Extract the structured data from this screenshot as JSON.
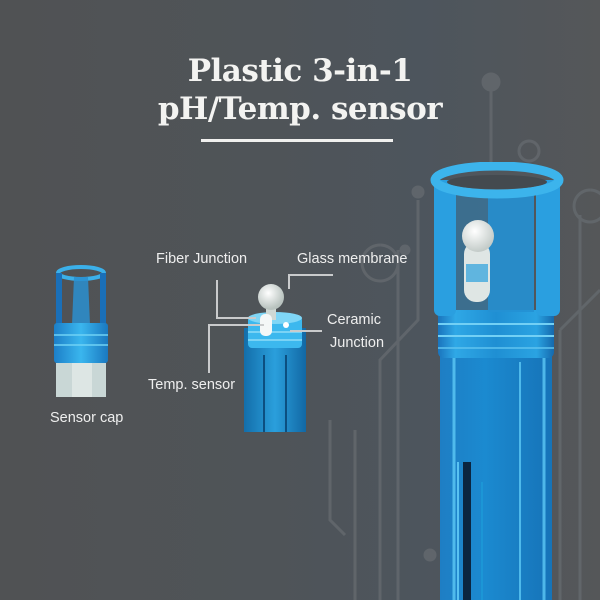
{
  "title": {
    "line1": "Plastic 3-in-1",
    "line2": "pH/Temp. sensor"
  },
  "labels": {
    "fiber_junction": "Fiber Junction",
    "glass_membrane": "Glass membrane",
    "ceramic_junction_line1": "Ceramic",
    "ceramic_junction_line2": "Junction",
    "temp_sensor": "Temp. sensor",
    "sensor_cap": "Sensor cap"
  },
  "colors": {
    "background": "#4f5459",
    "title_text": "#f3f3f1",
    "label_text": "#eeeeee",
    "probe_blue": "#1a8fd0",
    "probe_light": "#3cc0f0",
    "circuit_lines": "#6a6f74"
  }
}
